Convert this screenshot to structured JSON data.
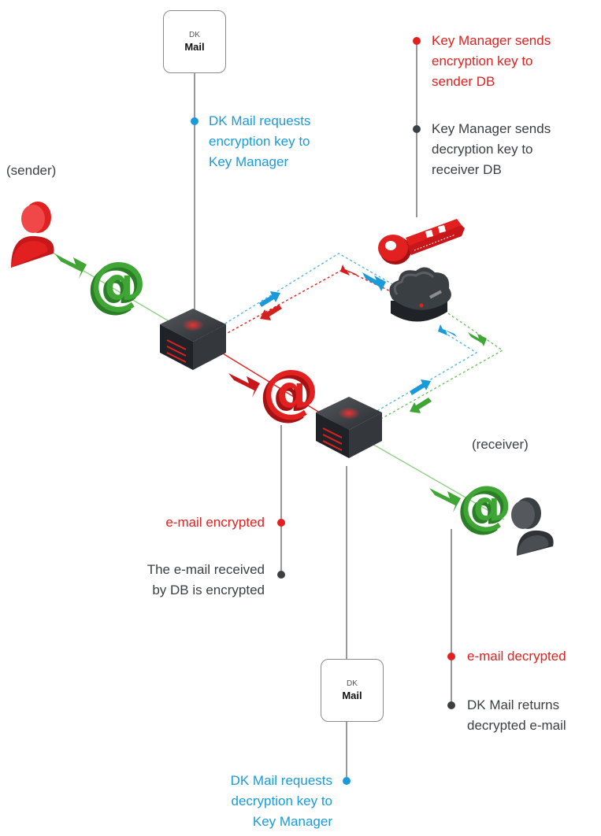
{
  "colors": {
    "red": "#e1201f",
    "blue": "#1a9ad8",
    "green": "#3fa535",
    "dark": "#3a3f44"
  },
  "boxes": {
    "top": {
      "line1": "DK",
      "line2": "Mail"
    },
    "bottom": {
      "line1": "DK",
      "line2": "Mail"
    }
  },
  "labels": {
    "sender": "(sender)",
    "receiver": "(receiver)",
    "request_encryption": [
      "DK Mail requests",
      "encryption key to",
      "Key Manager"
    ],
    "km_sends_encryption": [
      "Key Manager sends",
      "encryption key to",
      "sender DB"
    ],
    "km_sends_decryption": [
      "Key Manager sends",
      "decryption key to",
      "receiver DB"
    ],
    "email_encrypted": "e-mail encrypted",
    "received_encrypted": [
      "The e-mail received",
      "by DB is encrypted"
    ],
    "email_decrypted": "e-mail decrypted",
    "returns_decrypted": [
      "DK Mail returns",
      "decrypted e-mail"
    ],
    "request_decryption": [
      "DK Mail requests",
      "decryption key to",
      "Key Manager"
    ]
  },
  "icons": [
    "person-icon",
    "at-sign-icon",
    "server-cube-icon",
    "key-icon",
    "cloud-key-manager-icon",
    "arrow-icon"
  ]
}
